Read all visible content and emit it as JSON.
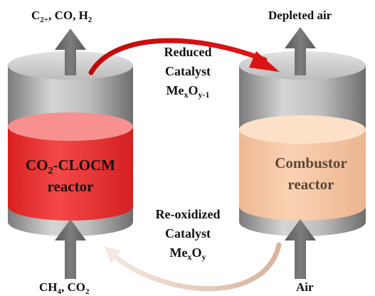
{
  "left_reactor": {
    "name_line1_base": "CO",
    "name_line1_sub": "2",
    "name_line1_tail": "-CLOCM",
    "name_line2": "reactor",
    "top_outlet": {
      "p1": "C",
      "p1_sub": "2+",
      "p2": ",  CO, H",
      "p2_sub": "2"
    },
    "bottom_inlet": {
      "p1": "CH",
      "p1_sub": "4",
      "p2": ", CO",
      "p2_sub": "2"
    }
  },
  "right_reactor": {
    "name_line1": "Combustor",
    "name_line2": "reactor",
    "top_outlet": "Depleted air",
    "bottom_inlet": "Air"
  },
  "transfer_top": {
    "line1": "Reduced",
    "line2": "Catalyst",
    "formula": {
      "a": "Me",
      "a_sub": "x",
      "b": "O",
      "b_sub": "y-1"
    }
  },
  "transfer_bottom": {
    "line1": "Re-oxidized",
    "line2": "Catalyst",
    "formula": {
      "a": "Me",
      "a_sub": "x",
      "b": "O",
      "b_sub": "y"
    }
  },
  "colors": {
    "left_bed": "#f03a3a",
    "right_bed": "#f7c8a2",
    "top_arrow": "#d01010",
    "bottom_arrow": "#e8c8b4",
    "flow_arrows": "#6b6b6b"
  },
  "icons": [
    "up-arrow-icon",
    "curved-arrow-icon"
  ]
}
